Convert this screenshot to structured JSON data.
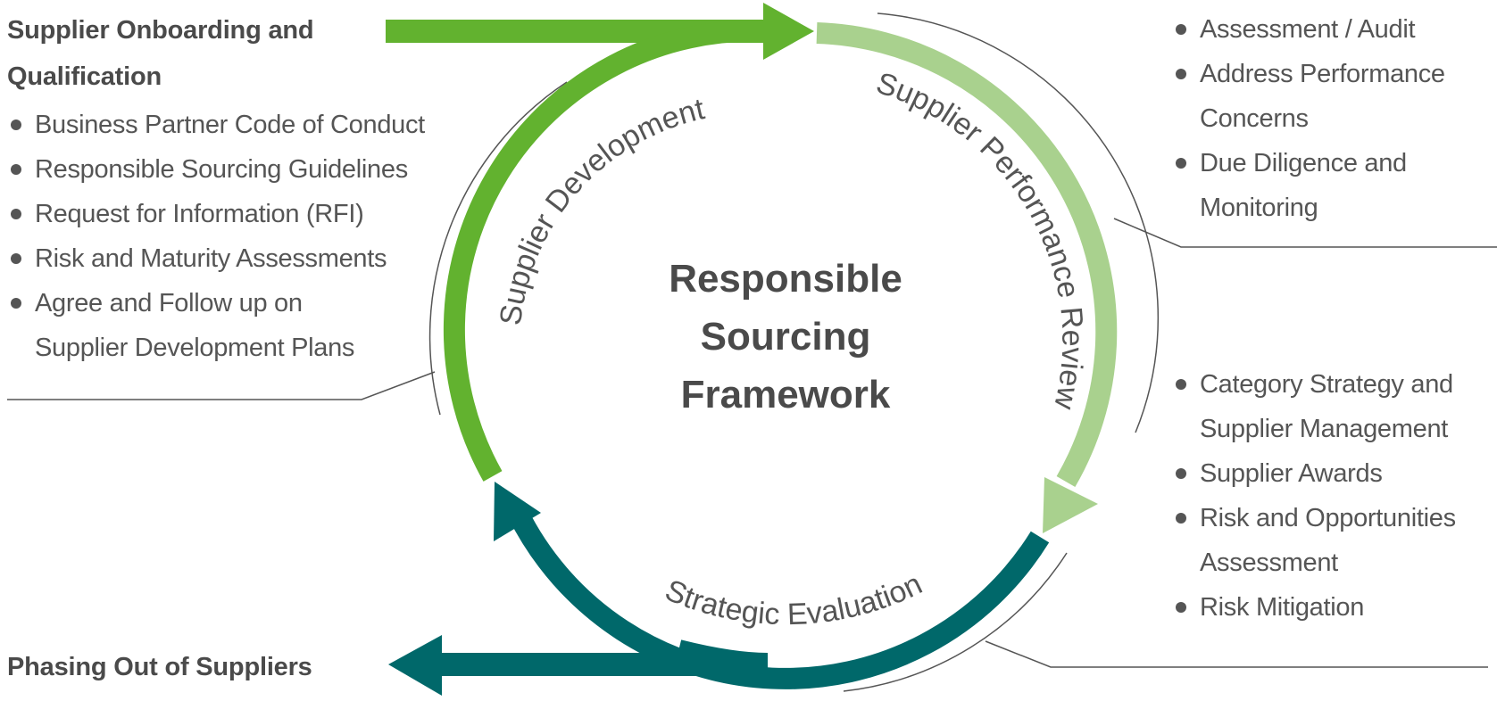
{
  "center": {
    "line1": "Responsible",
    "line2": "Sourcing",
    "line3": "Framework"
  },
  "arcs": {
    "development": "Supplier Development",
    "performance": "Supplier Performance Review",
    "evaluation": "Strategic Evaluation"
  },
  "onboarding": {
    "title_line1": "Supplier Onboarding and",
    "title_line2": "Qualification",
    "items": [
      {
        "line1": "Business Partner Code of Conduct"
      },
      {
        "line1": "Responsible Sourcing Guidelines"
      },
      {
        "line1": "Request for Information (RFI)"
      },
      {
        "line1": "Risk and Maturity Assessments"
      },
      {
        "line1": "Agree and Follow up on",
        "line2": "Supplier Development Plans"
      }
    ]
  },
  "phasing_out": {
    "title": "Phasing Out of Suppliers"
  },
  "performance_items": [
    {
      "line1": "Assessment / Audit"
    },
    {
      "line1": "Address Performance",
      "line2": "Concerns"
    },
    {
      "line1": "Due Diligence and",
      "line2": "Monitoring"
    }
  ],
  "evaluation_items": [
    {
      "line1": "Category Strategy and",
      "line2": "Supplier Management"
    },
    {
      "line1": "Supplier Awards"
    },
    {
      "line1": "Risk and Opportunities",
      "line2": "Assessment"
    },
    {
      "line1": "Risk Mitigation"
    }
  ],
  "colors": {
    "green_dark": "#62b22f",
    "green_light": "#a9d18e",
    "teal": "#00686a",
    "text": "#555555",
    "line": "#555555"
  }
}
